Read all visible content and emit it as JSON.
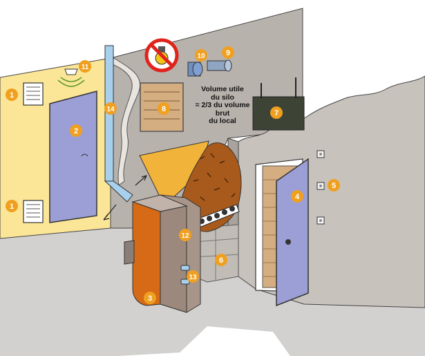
{
  "annotation": {
    "lines": [
      "Volume utile",
      "du silo",
      "= 2/3 du volume",
      "brut",
      "du local"
    ]
  },
  "markers": [
    {
      "id": "marker-1-upper",
      "label": "1"
    },
    {
      "id": "marker-1-lower",
      "label": "1"
    },
    {
      "id": "marker-2",
      "label": "2"
    },
    {
      "id": "marker-3",
      "label": "3"
    },
    {
      "id": "marker-4",
      "label": "4"
    },
    {
      "id": "marker-5",
      "label": "5"
    },
    {
      "id": "marker-6",
      "label": "6"
    },
    {
      "id": "marker-7",
      "label": "7"
    },
    {
      "id": "marker-8",
      "label": "8"
    },
    {
      "id": "marker-9",
      "label": "9"
    },
    {
      "id": "marker-10",
      "label": "10"
    },
    {
      "id": "marker-11",
      "label": "11"
    },
    {
      "id": "marker-12",
      "label": "12"
    },
    {
      "id": "marker-13",
      "label": "13"
    },
    {
      "id": "marker-14",
      "label": "14"
    }
  ],
  "colors": {
    "badge": "#f0a020",
    "wall_left": "#fbe596",
    "wall_back": "#b8b2ad",
    "wall_front": "#c8c2bd",
    "floor": "#d3d1cf",
    "door": "#9b9fd5",
    "pellets": "#a85a1c",
    "hopper": "#f2b33a",
    "boiler_front": "#d66a16",
    "boiler_body": "#a8958a",
    "wood_panel": "#d4ad80",
    "pipe": "#a8d0ec",
    "warning_red": "#e0241b"
  },
  "icons": [
    "no-light-bulb-icon",
    "smoke-detector-icon",
    "air-vent-icon",
    "fire-extinguisher-icon",
    "ventilation-pipe-icon"
  ]
}
